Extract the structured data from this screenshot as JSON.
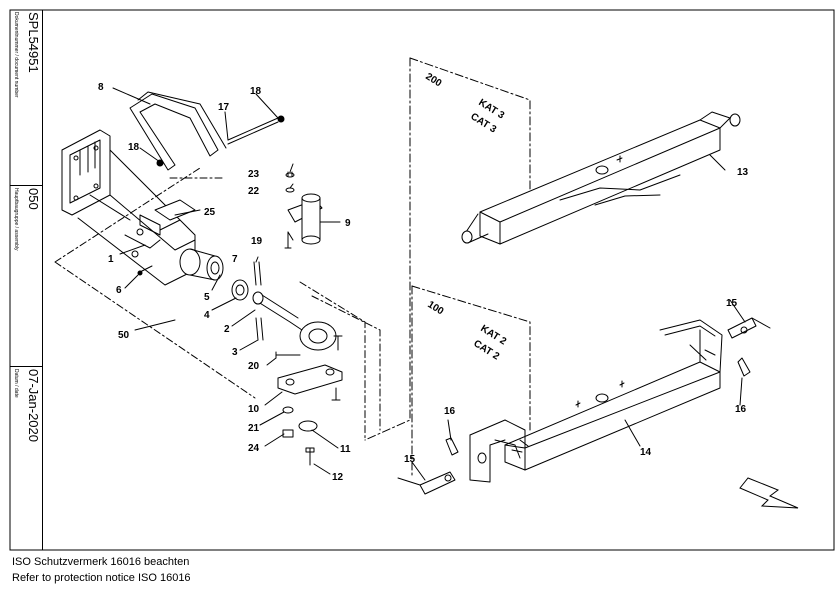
{
  "titleblock": {
    "document_number_caption": "Dokumentnummer / document number",
    "document_number": "SPL54951",
    "assembly_caption": "Hauptbaugruppe / assembly",
    "assembly": "050",
    "date_caption": "Datum / date",
    "date": "07-Jan-2020"
  },
  "notice": {
    "line_de": "ISO Schutzvermerk 16016 beachten",
    "line_en": "Refer to protection notice ISO 16016"
  },
  "callouts": {
    "c1": "1",
    "c2": "2",
    "c3": "3",
    "c4": "4",
    "c5": "5",
    "c6": "6",
    "c7": "7",
    "c8": "8",
    "c9": "9",
    "c10": "10",
    "c11": "11",
    "c12": "12",
    "c13": "13",
    "c14": "14",
    "c15a": "15",
    "c15b": "15",
    "c16a": "16",
    "c16b": "16",
    "c17": "17",
    "c18a": "18",
    "c18b": "18",
    "c19": "19",
    "c20": "20",
    "c21": "21",
    "c22": "22",
    "c23": "23",
    "c24": "24",
    "c25": "25",
    "c50": "50",
    "c100": "100",
    "c200": "200"
  },
  "category_labels": {
    "kat3": "KAT 3",
    "cat3": "CAT 3",
    "kat2": "KAT 2",
    "cat2": "CAT 2"
  },
  "icons": {
    "direction": "direction-arrow-icon"
  }
}
